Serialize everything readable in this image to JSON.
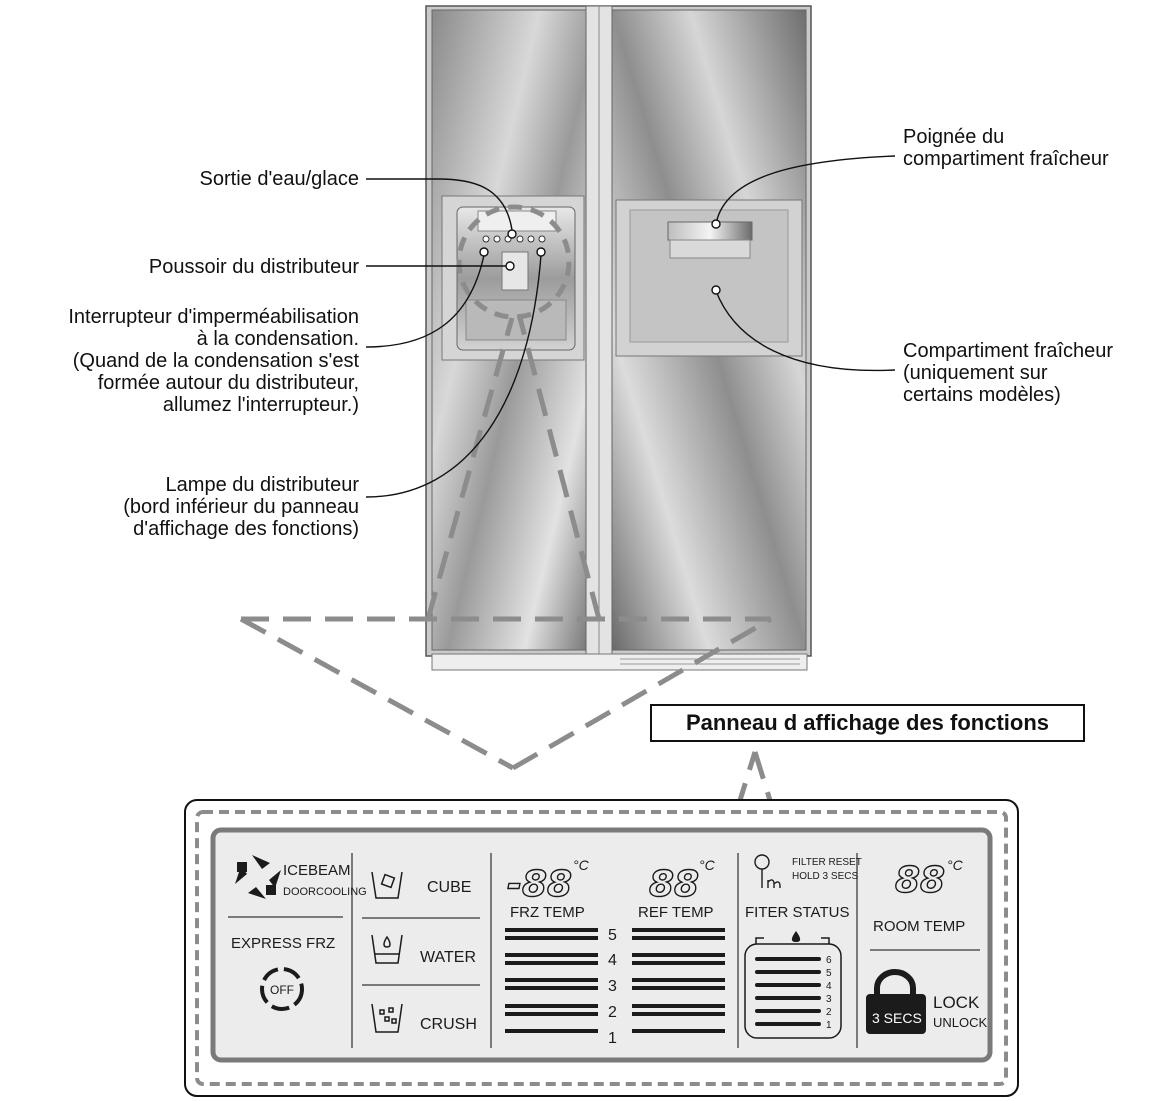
{
  "callouts": {
    "water_outlet": "Sortie d'eau/glace",
    "dispenser_lever": "Poussoir du distributeur",
    "condensation_switch": [
      "Interrupteur d'imperméabilisation",
      "à la condensation.",
      "(Quand de la condensation s'est",
      "formée autour du distributeur,",
      "allumez l'interrupteur.)"
    ],
    "dispenser_lamp": [
      "Lampe du distributeur",
      "(bord inférieur du panneau",
      "d'affichage des fonctions)"
    ],
    "handle": [
      "Poignée du",
      "compartiment fraîcheur"
    ],
    "compartment": [
      "Compartiment fraîcheur",
      "(uniquement sur",
      "certains modèles)"
    ]
  },
  "panel_title": "Panneau d affichage des fonctions",
  "panel": {
    "icebeam": "ICEBEAM",
    "doorcooling": "DOORCOOLING",
    "express_frz": "EXPRESS FRZ",
    "off": "OFF",
    "cube": "CUBE",
    "water": "WATER",
    "crush": "CRUSH",
    "frz_digits": "-88",
    "ref_digits": "88",
    "room_digits": "88",
    "deg": "°C",
    "frz_temp": "FRZ TEMP",
    "ref_temp": "REF TEMP",
    "levels": [
      "5",
      "4",
      "3",
      "2",
      "1"
    ],
    "filter_reset": "FILTER RESET",
    "hold_3secs": "HOLD 3 SECS",
    "filter_status": "FITER STATUS",
    "filter_levels": [
      "6",
      "5",
      "4",
      "3",
      "2",
      "1"
    ],
    "room_temp": "ROOM TEMP",
    "three_secs": "3 SECS",
    "lock": "LOCK",
    "unlock": "UNLOCK"
  }
}
